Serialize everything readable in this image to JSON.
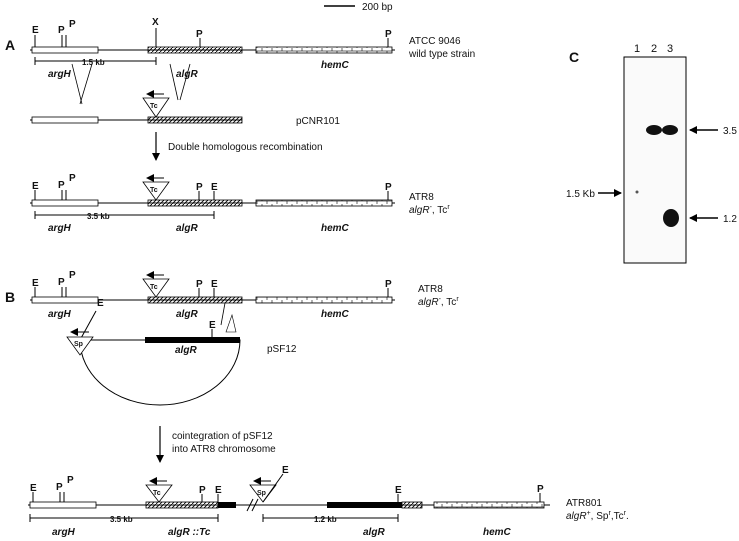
{
  "scale_bar": "200 bp",
  "panels": {
    "a": "A",
    "b": "B",
    "c": "C"
  },
  "sites": {
    "e": "E",
    "p": "P",
    "x": "X"
  },
  "genes": {
    "argH": "argH",
    "algR": "algR",
    "hemC": "hemC",
    "algR_tc": "algR ::Tc"
  },
  "markers": {
    "tc": "Tc",
    "sp": "Sp"
  },
  "panel_a": {
    "strain_name": "ATCC 9046",
    "strain_desc": "wild type strain",
    "dist_1": "1.5 kb",
    "plasmid": "pCNR101",
    "recombination": "Double homologous recombination",
    "mutant_name": "ATR8",
    "mutant_gene": "algR",
    "mutant_sup": "-",
    "mutant_res": ", Tc",
    "mutant_res_sup": "r",
    "dist_3": "3.5 kb"
  },
  "panel_b": {
    "strain_name": "ATR8",
    "strain_gene": "algR",
    "strain_sup": "-",
    "strain_res": ", Tc",
    "strain_res_sup": "r",
    "plasmid_name": "pSF12",
    "plasmid_gene": "algR",
    "step_line1": "cointegration of pSF12",
    "step_line2": "into ATR8 chromosome",
    "final_name": "ATR801",
    "final_gene": "algR",
    "final_gene_sup": "+",
    "final_sp": ", Sp",
    "final_sp_sup": "r",
    "final_tc": ",Tc",
    "final_tc_sup": "r",
    "final_dot": ".",
    "dist_3": "3.5 kb",
    "dist_12": "1.2 kb"
  },
  "panel_c": {
    "lane_1": "1",
    "lane_2": "2",
    "lane_3": "3",
    "size_35": "3.5 Kb",
    "size_15": "1.5 Kb",
    "size_12": "1.2 Kb"
  }
}
